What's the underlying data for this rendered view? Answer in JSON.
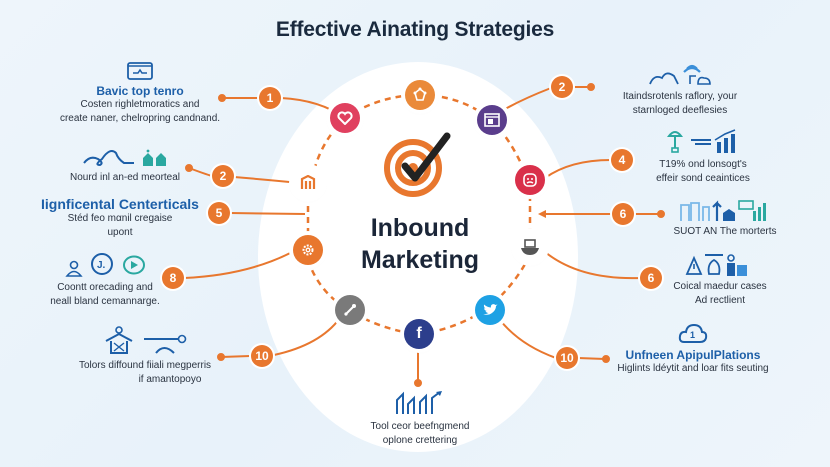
{
  "title": "Effective Ainating Strategies",
  "center": {
    "line1": "Inbound",
    "line2": "Marketing",
    "icon": "target-check-icon"
  },
  "colors": {
    "accent_orange": "#e8772e",
    "heading_blue": "#1d5fa8",
    "pink": "#e0405f",
    "purple": "#5a3d8c",
    "red": "#d9304a",
    "twitter_blue": "#1ea1e4",
    "facebook_navy": "#2c3e8c",
    "gray": "#7a7a7a"
  },
  "ring_nodes": [
    {
      "id": "heart",
      "icon": "heart-icon",
      "color": "#e0405f"
    },
    {
      "id": "star-network",
      "icon": "star-network-icon",
      "color": "#ea8a3a"
    },
    {
      "id": "browser",
      "icon": "browser-window-icon",
      "color": "#5a3d8c"
    },
    {
      "id": "magento",
      "icon": "magento-icon",
      "color": "#ffffff"
    },
    {
      "id": "face",
      "icon": "face-icon",
      "color": "#d9304a"
    },
    {
      "id": "gear",
      "icon": "gear-icon",
      "color": "#e8772e"
    },
    {
      "id": "cart",
      "icon": "cart-icon",
      "color": "#ffffff"
    },
    {
      "id": "satellite",
      "icon": "satellite-icon",
      "color": "#7a7a7a"
    },
    {
      "id": "facebook",
      "icon": "facebook-icon",
      "color": "#2c3e8c"
    },
    {
      "id": "twitter",
      "icon": "twitter-icon",
      "color": "#1ea1e4"
    }
  ],
  "badges": {
    "left_1": "1",
    "left_2": "2",
    "left_5": "5",
    "left_8": "8",
    "left_10": "10",
    "right_2": "2",
    "right_4": "4",
    "right_6a": "6",
    "right_6b": "6",
    "right_10": "10"
  },
  "blocks": {
    "left_top": {
      "heading": "Bavic top tenro",
      "line1": "Costen righletmoratics and",
      "line2": "create naner, chelropring candnand."
    },
    "left_2": {
      "line1": "Nourd inl an-ed meorteal"
    },
    "left_5": {
      "heading": "Iignficental Centerticals",
      "line1": "Stéd feo mαnil cregaise",
      "line2": "upont"
    },
    "left_8": {
      "line1": "Coontt orecading and",
      "line2": "neall bland cemannarge."
    },
    "left_10": {
      "line1": "Tolors diffound fiiali megperris",
      "line2": "if amantopoyo"
    },
    "right_2": {
      "line1": "Itaindsrotenls raflory, your",
      "line2": "starnloged deeflesies"
    },
    "right_4": {
      "line1": "T19% ond lonsogt's",
      "line2": "effeir sond ceaintices"
    },
    "right_6a": {
      "line1": "SUOT AN The morterts"
    },
    "right_6b": {
      "line1": "Coical maedur cases",
      "line2": "Ad rectlient"
    },
    "right_10": {
      "heading": "Unfneen ApipulPlations",
      "line1": "Higlints ldéytit and loar fits seuting"
    },
    "bottom": {
      "line1": "Tool ceor beefngmend",
      "line2": "oplone crettering"
    }
  }
}
